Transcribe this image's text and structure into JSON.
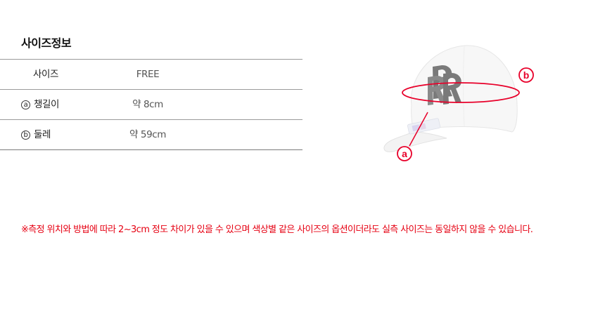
{
  "section": {
    "title": "사이즈정보"
  },
  "size_table": {
    "rows": [
      {
        "marker": "",
        "label": "사이즈",
        "value": "FREE"
      },
      {
        "marker": "a",
        "label": "챙길이",
        "value": "약 8cm"
      },
      {
        "marker": "b",
        "label": "둘레",
        "value": "약 59cm"
      }
    ]
  },
  "cap_image": {
    "marker_a": "a",
    "marker_b": "b",
    "cap_color": "#f7f7f7",
    "logo_color": "#7a7a7a",
    "accent_color": "#e8002a"
  },
  "notice": {
    "text": "※측정 위치와 방법에 따라 2~3cm 정도 차이가 있을 수 있으며 색상별 같은 사이즈의 옵션이더라도 실측 사이즈는 동일하지 않을 수 있습니다."
  }
}
